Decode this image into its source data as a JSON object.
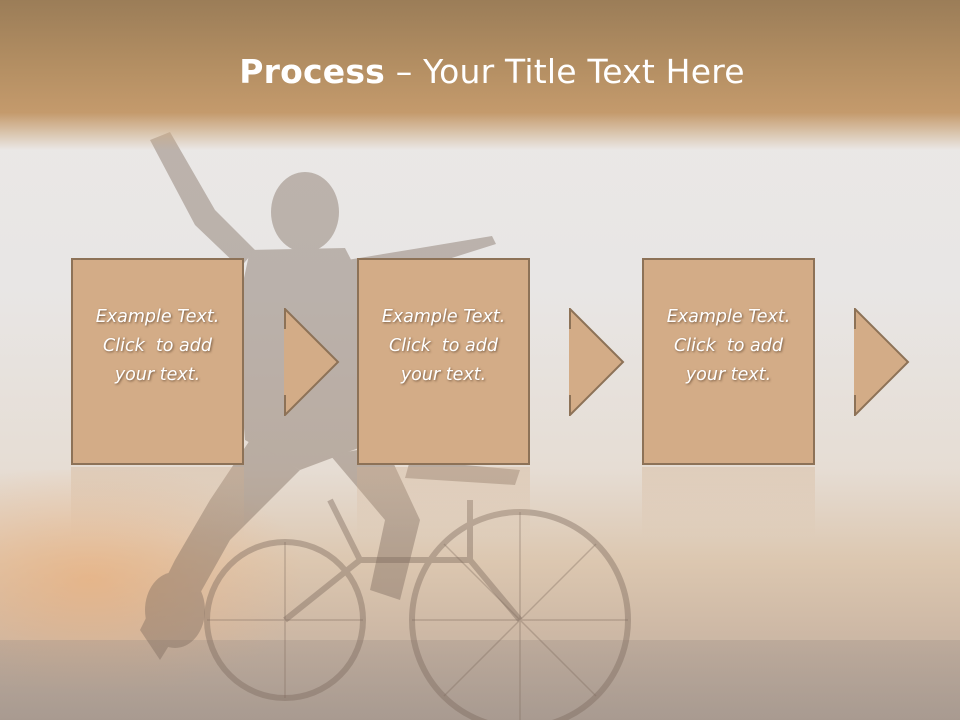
{
  "slide": {
    "title_bold": "Process",
    "title_rest": " – Your Title Text Here",
    "steps": [
      {
        "line1": "Example Text.",
        "line2": "Click  to add",
        "line3": "your text."
      },
      {
        "line1": "Example Text.",
        "line2": "Click  to add",
        "line3": "your text."
      },
      {
        "line1": "Example Text.",
        "line2": "Click  to add",
        "line3": "your text."
      }
    ]
  },
  "colors": {
    "header": "#b48f63",
    "box_fill": "#d3ac87",
    "box_border": "#8d7257",
    "text": "#ffffff"
  }
}
